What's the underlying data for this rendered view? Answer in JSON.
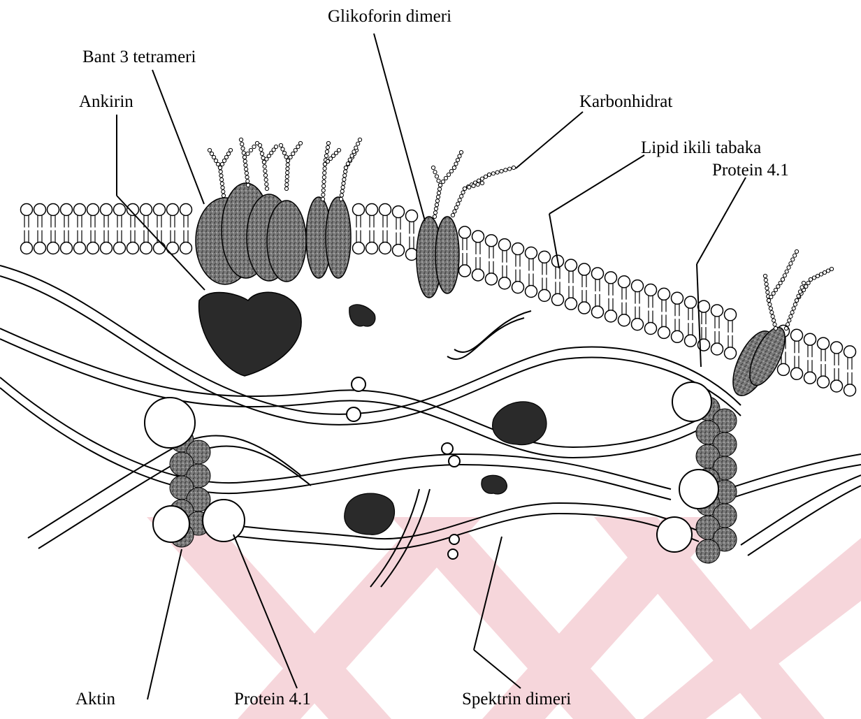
{
  "labels": {
    "glikoforin": "Glikoforin dimeri",
    "bant3": "Bant 3 tetrameri",
    "ankirin": "Ankirin",
    "karbonhidrat": "Karbonhidrat",
    "lipid": "Lipid ikili tabaka",
    "protein41_top": "Protein 4.1",
    "aktin": "Aktin",
    "protein41_bottom": "Protein 4.1",
    "spektrin": "Spektrin dimeri"
  },
  "colors": {
    "ink": "#000000",
    "protein_dark": "#2a2a2a",
    "actin": "#8a8a8a",
    "watermark": "#f4c9cf"
  }
}
